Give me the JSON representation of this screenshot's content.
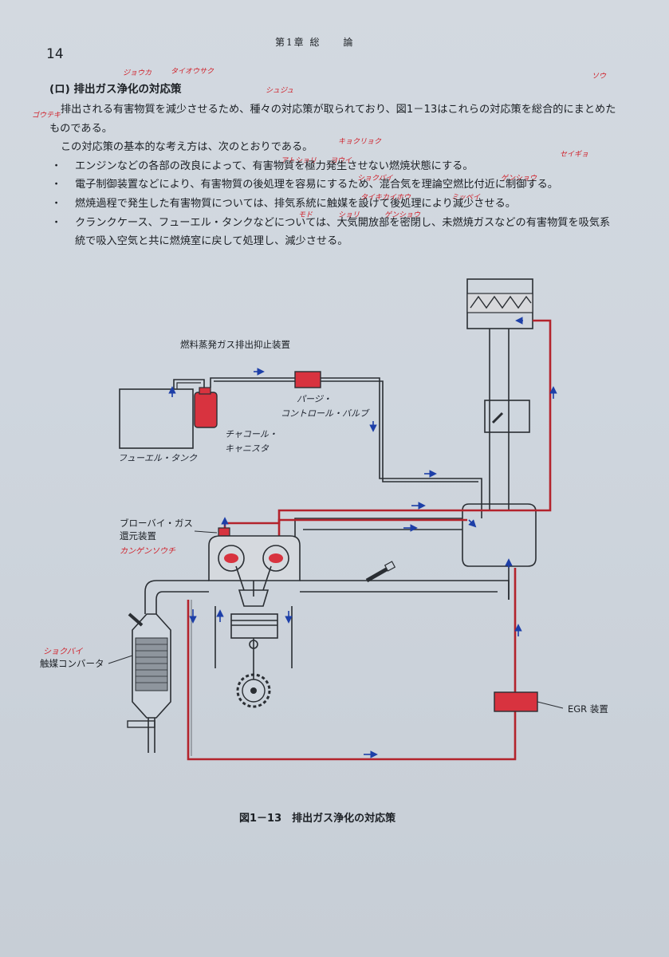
{
  "header": {
    "page_number": "14",
    "running_title": "第1章 総　　論"
  },
  "section": {
    "heading": "(ロ) 排出ガス浄化の対応策",
    "paragraphs": [
      "排出される有害物質を減少させるため、種々の対応策が取られており、図1－13はこれらの対応策を総合的にまとめたものである。",
      "この対応策の基本的な考え方は、次のとおりである。"
    ],
    "bullets": [
      "エンジンなどの各部の改良によって、有害物質を極力発生させない燃焼状態にする。",
      "電子制御装置などにより、有害物質の後処理を容易にするため、混合気を理論空燃比付近に制御する。",
      "燃焼過程で発生した有害物質については、排気系統に触媒を設けて後処理により減少させる。",
      "クランクケース、フューエル・タンクなどについては、大気開放部を密閉し、未燃焼ガスなどの有害物質を吸気系統で吸入空気と共に燃焼室に戻して処理し、減少させる。"
    ]
  },
  "annotations": {
    "jouka": "ジョウカ",
    "taiousaku": "タイオウサク",
    "shuju": "シュジュ",
    "sou": "ソウ",
    "sougouteki": "ゴウテキ",
    "kyokuryoku": "キョクリョク",
    "atoshori": "アトショリ",
    "youi": "ヨウイ",
    "seigyo": "セイギョ",
    "shokubai": "ショクバイ",
    "genshou": "ゲンショウ",
    "mippei": "ミッペイ",
    "taikikaihou": "タイキカイホウ",
    "modoshi": "モド",
    "shori": "ショリ",
    "gennshou2": "ゲンショウ",
    "shokubai2": "ショクバイ"
  },
  "diagram": {
    "labels": {
      "evap": "燃料蒸発ガス排出抑止装置",
      "blowby": "ブローバイ・ガス",
      "blowby2": "還元装置",
      "catalyst": "触媒コンバータ",
      "egr": "EGR 装置"
    },
    "handwritten": {
      "fuel_tank": "フューエル・タンク",
      "purge": "パージ・",
      "purge2": "コントロール・バルブ",
      "charcoal": "チャコール・",
      "charcoal2": "キャニスタ",
      "blowby_reading": "カンゲンソウチ"
    },
    "caption": "図1－13　排出ガス浄化の対応策"
  },
  "colors": {
    "red_pipe": "#b3232c",
    "component_red": "#d8333f",
    "flow_arrow": "#1d3fa8",
    "outline": "#2a2e33"
  }
}
